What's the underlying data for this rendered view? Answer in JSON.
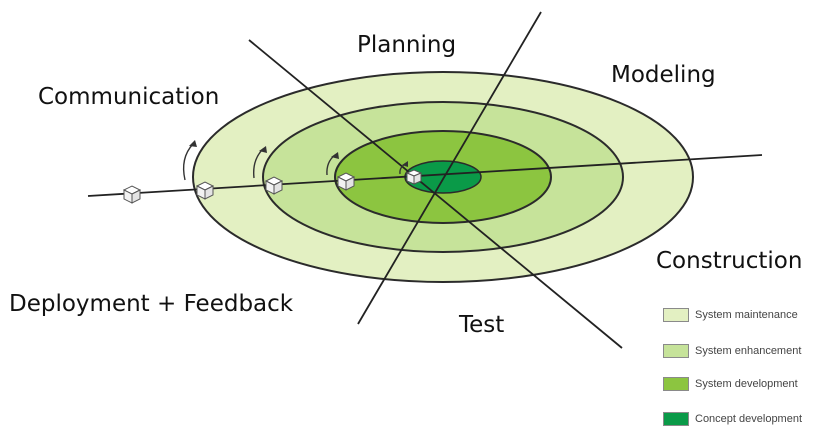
{
  "phases": {
    "planning": "Planning",
    "modeling": "Modeling",
    "communication": "Communication",
    "construction": "Construction",
    "deployment": "Deployment + Feedback",
    "test": "Test"
  },
  "legend": [
    {
      "label": "System maintenance",
      "color": "#e3f0c2"
    },
    {
      "label": "System enhancement",
      "color": "#c6e39a"
    },
    {
      "label": "System development",
      "color": "#8cc540"
    },
    {
      "label": "Concept development",
      "color": "#0a9a48"
    }
  ],
  "ring_colors": {
    "outer": "#e3f0c2",
    "second": "#c6e39a",
    "third": "#8cc540",
    "core": "#0a9a48",
    "outline": "#2b2b2b"
  }
}
